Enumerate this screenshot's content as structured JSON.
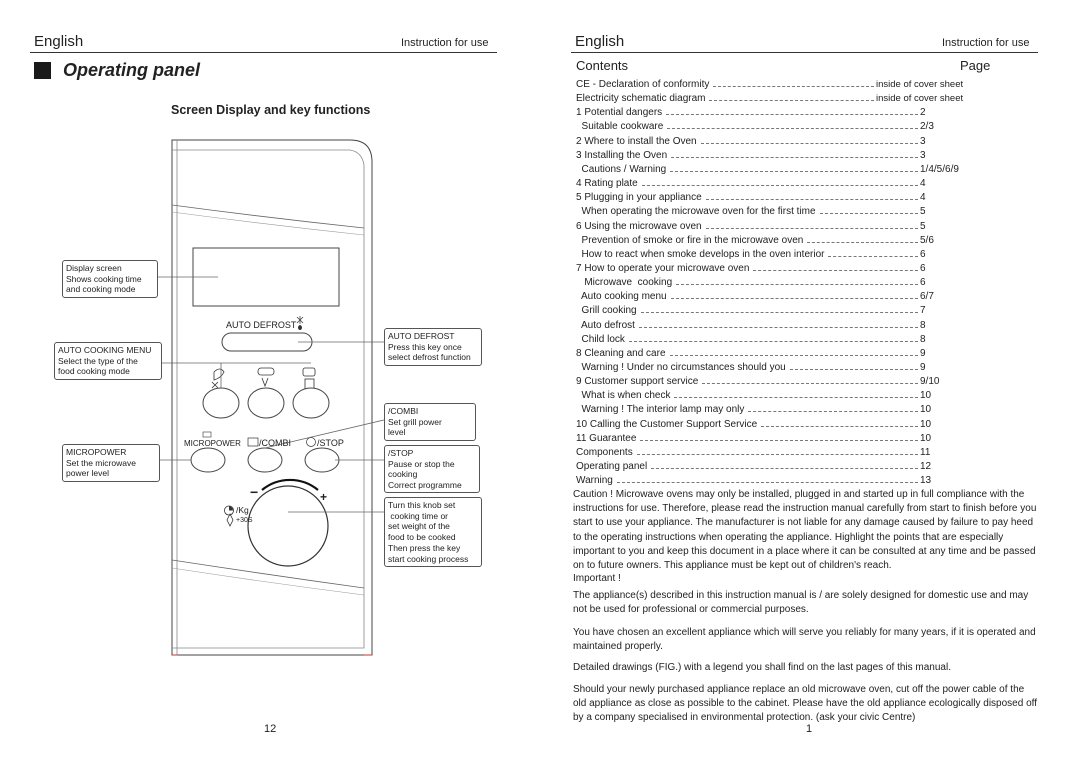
{
  "left_page": {
    "header_lang": "English",
    "header_right": "Instruction for use",
    "title": "Operating panel",
    "subtitle": "Screen Display and key functions",
    "page_number": "12",
    "panel": {
      "auto_defrost_label": "AUTO DEFROST",
      "micropower_label": "MICROPOWER",
      "combi_label": "/COMBI",
      "stop_label": "/STOP",
      "kg_label": "/Kg",
      "plus30_label": "+30S",
      "minus_sign": "−",
      "plus_sign": "+"
    },
    "callouts": {
      "display": "Display screen\nShows cooking time\nand cooking mode",
      "auto_cooking_menu": "AUTO COOKING MENU\nSelect the type of the\nfood cooking mode",
      "micropower": "MICROPOWER\nSet the microwave\npower level",
      "auto_defrost": "AUTO DEFROST\nPress this key once\nselect defrost function",
      "combi": "/COMBI\nSet grill power\nlevel",
      "stop": "/STOP\nPause or stop the\ncooking\nCorrect programme",
      "knob": "Turn this knob set\n cooking time or\nset weight of the\nfood to be cooked",
      "knob2": "Then press the key\nstart cooking process"
    }
  },
  "right_page": {
    "header_lang": "English",
    "header_right": "Instruction for use",
    "contents_label": "Contents",
    "page_label": "Page",
    "page_number": "1",
    "toc": [
      {
        "text": "CE - Declaration of conformity",
        "page": "inside of cover sheet"
      },
      {
        "text": "Electricity schematic diagram",
        "page": "inside of cover sheet"
      },
      {
        "text": "1 Potential dangers",
        "page": "2"
      },
      {
        "text": "  Suitable cookware",
        "page": "2/3"
      },
      {
        "text": "2 Where to install the Oven",
        "page": "3"
      },
      {
        "text": "3 Installing the Oven",
        "page": "3"
      },
      {
        "text": "  Cautions / Warning",
        "page": "1/4/5/6/9"
      },
      {
        "text": "4 Rating plate",
        "page": "4"
      },
      {
        "text": "5 Plugging in your appliance",
        "page": "4"
      },
      {
        "text": "  When operating the microwave oven for the first time",
        "page": "5"
      },
      {
        "text": "6 Using the microwave oven",
        "page": "5"
      },
      {
        "text": "  Prevention of smoke or fire in the microwave oven",
        "page": "5/6"
      },
      {
        "text": "  How to react when smoke develops in the oven interior",
        "page": "6"
      },
      {
        "text": "7 How to operate your microwave oven",
        "page": "6"
      },
      {
        "text": "   Microwave  cooking",
        "page": "6"
      },
      {
        "text": "  Auto cooking menu",
        "page": "6/7"
      },
      {
        "text": "  Grill cooking",
        "page": "7"
      },
      {
        "text": "  Auto defrost",
        "page": "8"
      },
      {
        "text": "  Child lock",
        "page": "8"
      },
      {
        "text": "8 Cleaning and care",
        "page": "9"
      },
      {
        "text": "  Warning ! Under no circumstances should you",
        "page": "9"
      },
      {
        "text": "9 Customer support service",
        "page": "9/10"
      },
      {
        "text": "  What is when check",
        "page": "10"
      },
      {
        "text": "  Warning ! The interior lamp may only",
        "page": "10"
      },
      {
        "text": "10 Calling the Customer Support Service",
        "page": "10"
      },
      {
        "text": "11 Guarantee",
        "page": "10"
      },
      {
        "text": "Components",
        "page": "11"
      },
      {
        "text": "Operating panel",
        "page": "12"
      },
      {
        "text": "Warning",
        "page": "13"
      }
    ],
    "paragraphs": {
      "caution": "Caution  ! Microwave ovens may only be installed, plugged in and started up in full compliance with the instructions for use.  Therefore, please read  the instruction manual  carefully from start to  finish before you start to use your appliance. The manufacturer is not liable for any damage caused by failure to pay heed to the operating instructions when operating the appliance. Highlight the points that are especially important  to you and keep this document  in a place where it can be  consulted at any time and be passed on to future owners. This appliance must be kept out of children's reach.",
      "important": "Important  !",
      "domestic": "The appliance(s) described in this instruction manual is / are solely designed for domestic use and may not be used for professional or commercial purposes.",
      "chosen": "You have chosen an excellent appliance which will serve you reliably for many years, if it is operated and maintained properly.",
      "drawings": "Detailed drawings (FIG.) with a legend you shall find on the last pages of this manual.",
      "replace": "Should your newly purchased appliance replace an old microwave oven, cut off the power cable of the old appliance as close as possible to the cabinet. Please have the old appliance ecologically disposed off by a company specialised in  environmental protection. (ask your civic Centre)"
    }
  }
}
